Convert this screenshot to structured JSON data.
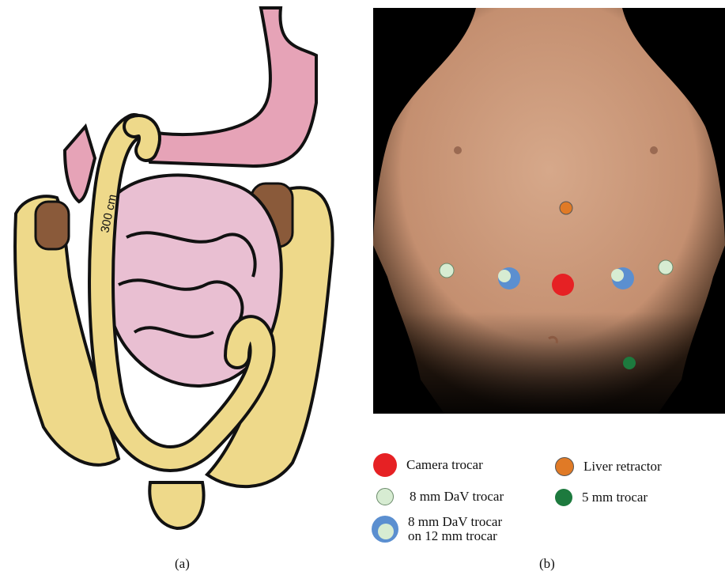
{
  "panel_a": {
    "caption": "(a)",
    "length_label": "300 cm"
  },
  "panel_b": {
    "caption": "(b)"
  },
  "legend": {
    "camera": {
      "label": "Camera trocar",
      "color": "#e62124"
    },
    "dav8": {
      "label": "8 mm DaV trocar",
      "color": "#d7ecd2"
    },
    "dav8_on12": {
      "line1": "8 mm DaV trocar",
      "line2": "on 12 mm trocar",
      "outer_color": "#5b8fd0",
      "inner_color": "#d7ecd2"
    },
    "liver": {
      "label": "Liver retractor",
      "color": "#e07a26"
    },
    "five_mm": {
      "label": "5 mm trocar",
      "color": "#1d7a3e"
    }
  },
  "colors": {
    "colon": "#eed98a",
    "small_bowel": "#e9bfd2",
    "stomach": "#e6a3b7",
    "skin": "#c9987a"
  }
}
